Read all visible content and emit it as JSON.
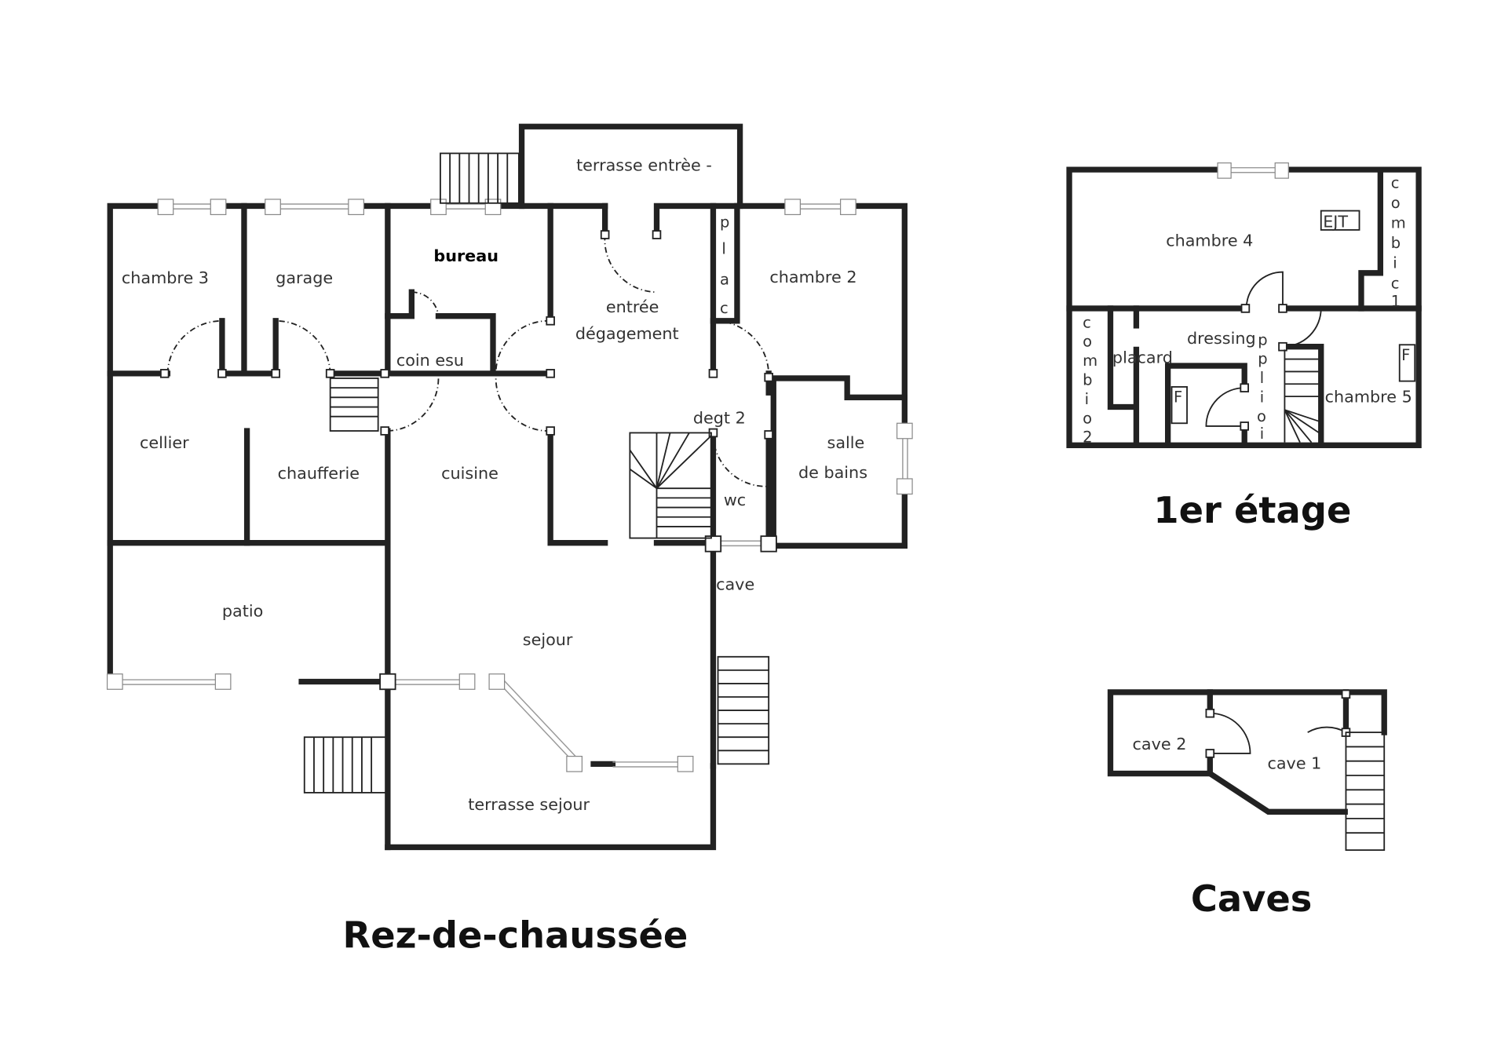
{
  "floors": {
    "ground": {
      "title": "Rez-de-chaussée",
      "rooms": {
        "terrasse_entree": "terrasse entrèe -",
        "chambre3": "chambre 3",
        "garage": "garage",
        "bureau": "bureau",
        "entree": "entrée",
        "degagement": "dégagement",
        "placard": [
          "p",
          "l",
          "a",
          "c"
        ],
        "chambre2": "chambre 2",
        "coin_esu": "coin esu",
        "cellier": "cellier",
        "chaufferie": "chaufferie",
        "cuisine": "cuisine",
        "degt2": "degt 2",
        "salle": "salle",
        "de_bains": "de bains",
        "wc": "wc",
        "cave": "cave",
        "patio": "patio",
        "sejour": "sejour",
        "terrasse_sejour": "terrasse sejour"
      }
    },
    "first": {
      "title": "1er étage",
      "rooms": {
        "chambre4": "chambre 4",
        "ejt": "EJT",
        "combi1": [
          "c",
          "o",
          "m",
          "b",
          "i",
          "c",
          "1"
        ],
        "combi2": [
          "c",
          "o",
          "m",
          "b",
          "i",
          "o",
          "2"
        ],
        "placard": "placard",
        "dressing": "dressing",
        "palier": [
          "p",
          "p",
          "l",
          "i",
          "o",
          "i"
        ],
        "chambre5": "chambre 5",
        "f1": "F",
        "f2": "F"
      }
    },
    "caves": {
      "title": "Caves",
      "rooms": {
        "cave2": "cave 2",
        "cave1": "cave 1"
      }
    }
  }
}
